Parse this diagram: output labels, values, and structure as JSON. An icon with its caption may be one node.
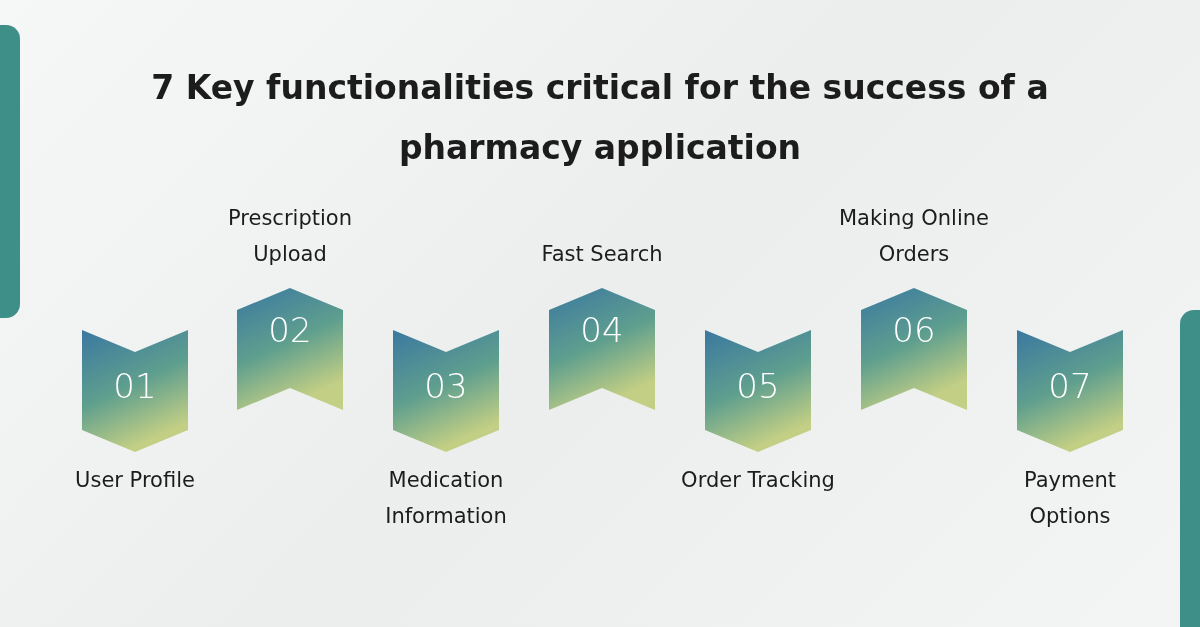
{
  "diagram": {
    "title": "7 Key functionalities critical for the success of a pharmacy application",
    "nodes": [
      {
        "text": [
          "01"
        ],
        "beside": [
          "User Profile"
        ]
      },
      {
        "text": [
          "02"
        ],
        "beside": [
          "Prescription Upload"
        ]
      },
      {
        "text": [
          "03"
        ],
        "beside": [
          "Medication Information"
        ]
      },
      {
        "text": [
          "04"
        ],
        "beside": [
          "Fast Search"
        ]
      },
      {
        "text": [
          "05"
        ],
        "beside": [
          "Order Tracking"
        ]
      },
      {
        "text": [
          "06"
        ],
        "beside": [
          "Making Online Orders"
        ]
      },
      {
        "text": [
          "07"
        ],
        "beside": [
          "Payment Options"
        ]
      }
    ]
  }
}
